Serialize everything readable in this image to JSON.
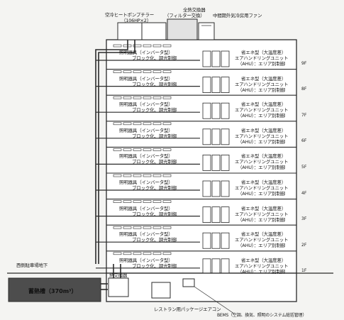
{
  "roof": {
    "chiller_label": "空冷ヒートポンプチラー",
    "chiller_spec": "（106HP×2）",
    "heat_exchanger_label": "全熱交換器",
    "heat_exchanger_note": "（フィルター交換）",
    "fan_label": "中間期外気冷房用ファン"
  },
  "floor_labels": [
    "9F",
    "8F",
    "7F",
    "6F",
    "5F",
    "4F",
    "3F",
    "2F",
    "1F"
  ],
  "lighting": {
    "line1": "照明器具（インバータ型）",
    "line2": "ブロック化、調光制御"
  },
  "ahu": {
    "line1": "省エネ型（大温度差）",
    "line2": "エアハンドリングユニット",
    "line3": "（AHU）：エリア別制御"
  },
  "basement": {
    "parking_label": "西側駐車場地下",
    "tank_label": "蓄熱槽（370m³）",
    "exchanger_label": "熱交換器",
    "restaurant_ac_label": "レストラン用パッケージエアコン",
    "bems_label": "BEMS（空調、換気、照明のシステム総括管理）"
  },
  "colors": {
    "line": "#2a2a2a",
    "fill": "#ffffff",
    "roof_fill": "#e2e2e2",
    "tank_fill": "#4d4d4d",
    "background": "#f4f4f2"
  }
}
